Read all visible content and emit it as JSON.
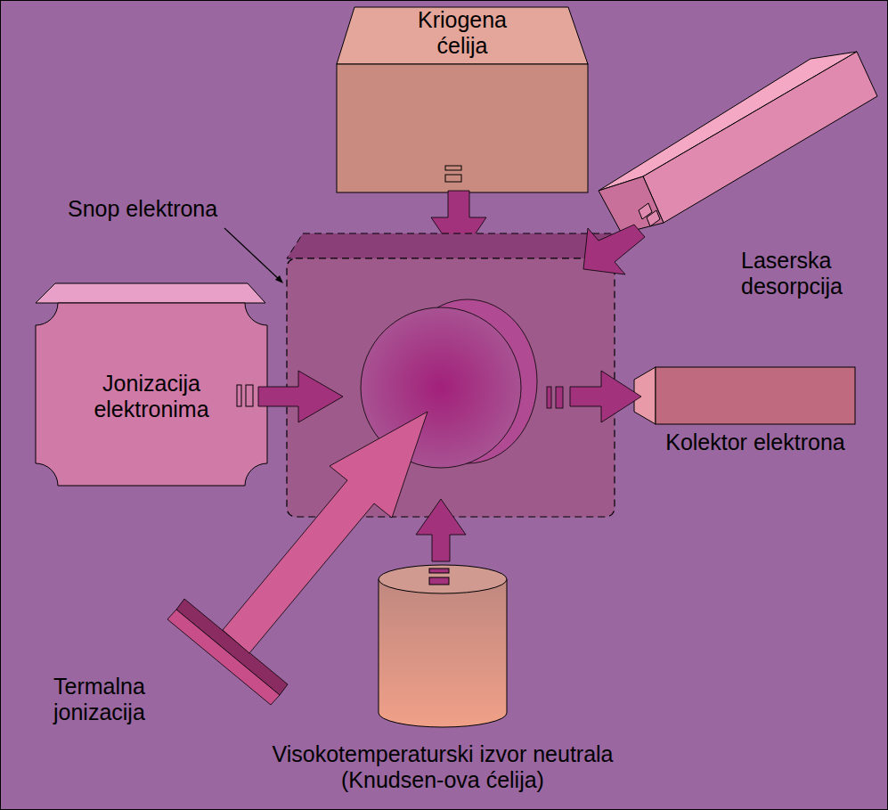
{
  "diagram": {
    "nodes": [
      {
        "text": [
          "Kriogena ćelija"
        ]
      },
      {
        "text": [
          "Laserska desorpcija"
        ]
      },
      {
        "text": [
          "Jonizacija elektronima"
        ]
      },
      {
        "text": [
          "Kolektor elektrona"
        ]
      },
      {
        "text": [
          "Termalna jonizacija"
        ]
      },
      {
        "text": [
          "Visokotemperaturski izvor neutrala (Knudsen-ova ćelija)"
        ]
      }
    ],
    "labels": [
      "Snop elektrona"
    ]
  }
}
